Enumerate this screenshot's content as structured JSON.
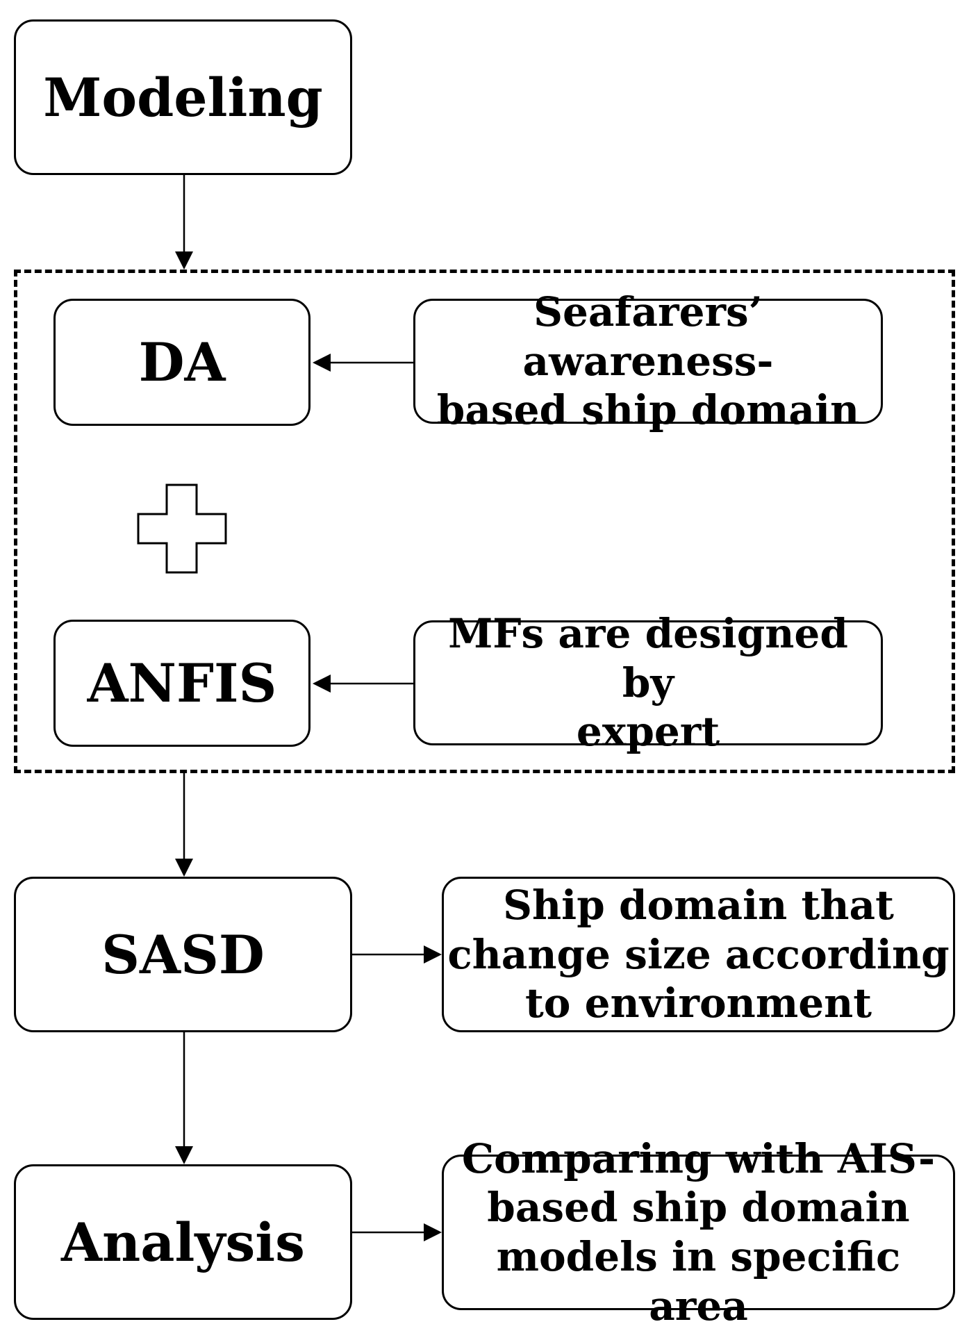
{
  "nodes": {
    "modeling": "Modeling",
    "da": "DA",
    "anfis": "ANFIS",
    "sasd": "SASD",
    "analysis": "Analysis",
    "seafarers_note": "Seafarers’ awareness-\nbased ship domain",
    "mfs_note": "MFs are designed by\nexpert",
    "ship_domain_note": "Ship domain that\nchange size according\nto environment",
    "comparing_note": "Comparing with AIS-\nbased ship domain\nmodels in specific area"
  },
  "symbols": {
    "combine": "plus-icon"
  }
}
